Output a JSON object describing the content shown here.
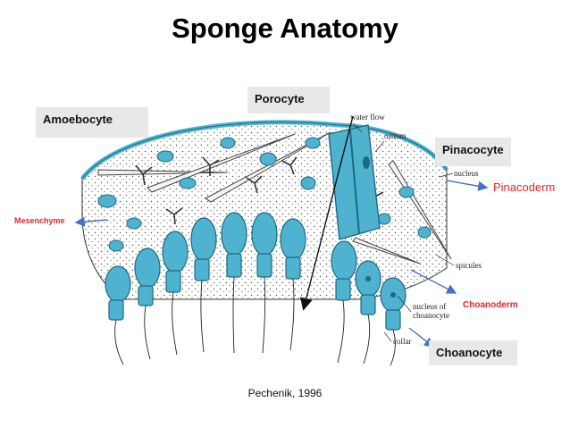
{
  "title": "Sponge Anatomy",
  "labels": {
    "porocyte": "Porocyte",
    "amoebocyte": "Amoebocyte",
    "pinacocyte": "Pinacocyte",
    "choanocyte": "Choanocyte",
    "pinacoderm": "Pinacoderm",
    "mesenchyme": "Mesenchyme",
    "choanoderm": "Choanoderm"
  },
  "figure_labels": {
    "water_flow": "water flow",
    "ostium": "ostium",
    "nucleus": "nucleus",
    "spicules": "spicules",
    "nucleus_of": "nucleus of",
    "choanocyte_small": "choanocyte",
    "collar": "collar"
  },
  "citation": "Pechenik, 1996",
  "colors": {
    "cell_blue": "#4fb3d0",
    "cell_dark": "#1b6a82",
    "arrow_blue": "#4472c4",
    "accent_red": "#e0262b",
    "box_grey": "#e8e8e8"
  }
}
